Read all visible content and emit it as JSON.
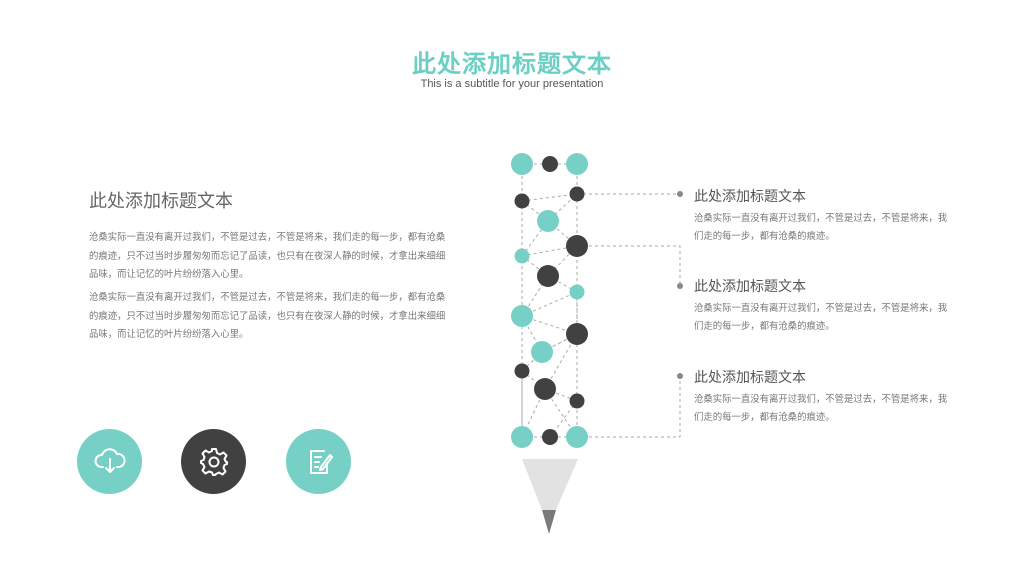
{
  "header": {
    "title": "此处添加标题文本",
    "subtitle": "This is a subtitle for your presentation"
  },
  "left": {
    "heading": "此处添加标题文本",
    "paragraphs": [
      "沧桑实际一直没有离开过我们，不管是过去，不管是将来，我们走的每一步，都有沧桑的痕迹，只不过当时步履匆匆而忘记了品读，也只有在夜深人静的时候，才拿出来细细品味，而让记忆的叶片纷纷落入心里。",
      "沧桑实际一直没有离开过我们，不管是过去，不管是将来，我们走的每一步，都有沧桑的痕迹，只不过当时步履匆匆而忘记了品读，也只有在夜深人静的时候，才拿出来细细品味，而让记忆的叶片纷纷落入心里。"
    ]
  },
  "icon_buttons": [
    {
      "icon": "cloud-download-icon",
      "glyph": "☁",
      "color": "#76d0c6"
    },
    {
      "icon": "gear-icon",
      "glyph": "⚙",
      "color": "#414141"
    },
    {
      "icon": "edit-document-icon",
      "glyph": "✎",
      "color": "#76d0c6"
    }
  ],
  "right_items": [
    {
      "heading": "此处添加标题文本",
      "text": "沧桑实际一直没有离开过我们，不管是过去，不管是将来，我们走的每一步，都有沧桑的痕迹。"
    },
    {
      "heading": "此处添加标题文本",
      "text": "沧桑实际一直没有离开过我们，不管是过去，不管是将来，我们走的每一步，都有沧桑的痕迹。"
    },
    {
      "heading": "此处添加标题文本",
      "text": "沧桑实际一直没有离开过我们，不管是过去，不管是将来，我们走的每一步，都有沧桑的痕迹。"
    }
  ],
  "colors": {
    "accent": "#76d0c6",
    "dark": "#414141",
    "connector": "#aaaaaa"
  }
}
